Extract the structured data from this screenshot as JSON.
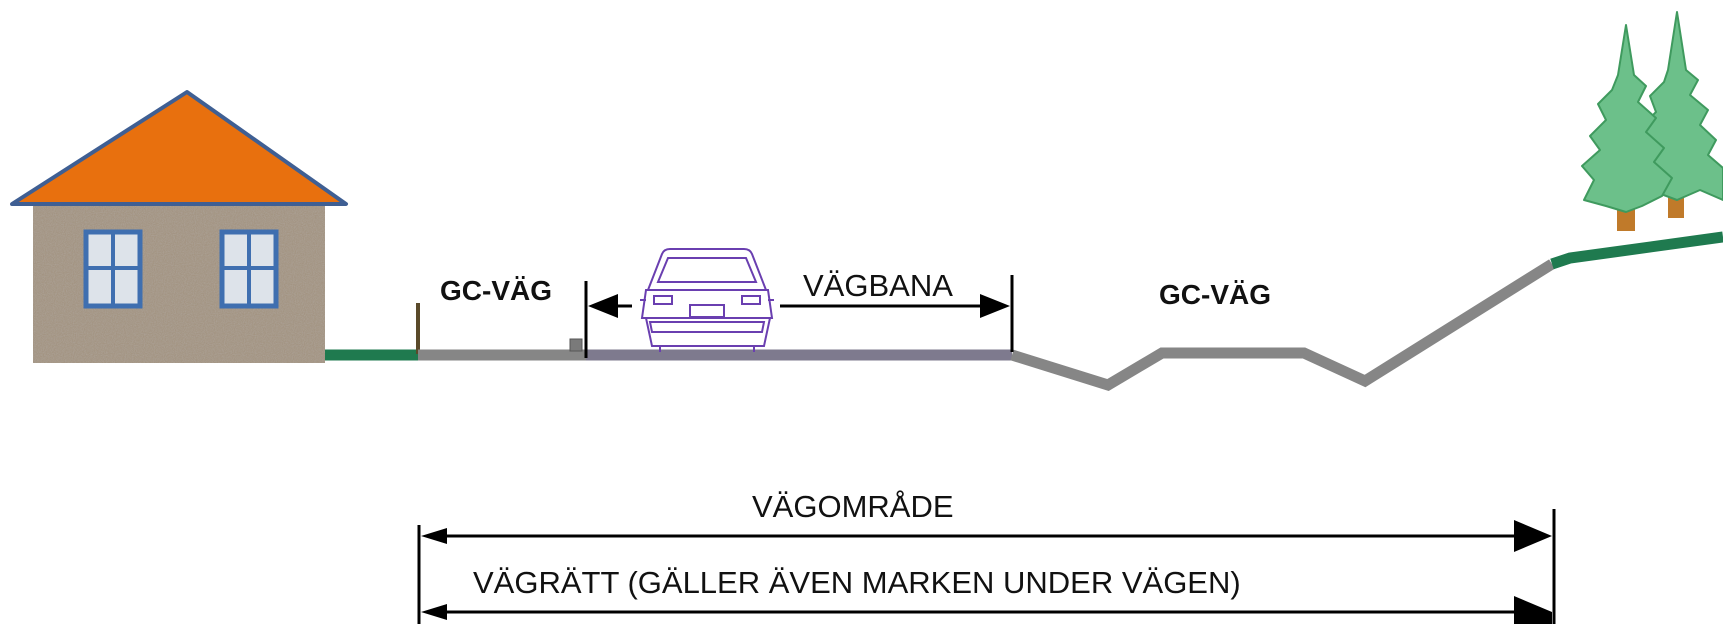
{
  "labels": {
    "gc_vag_left": "GC-VÄG",
    "vagbana": "VÄGBANA",
    "gc_vag_right": "GC-VÄG",
    "vagomrade": "VÄGOMRÅDE",
    "vagratt": "VÄGRÄTT (GÄLLER ÄVEN MARKEN UNDER VÄGEN)"
  },
  "colors": {
    "roof": "#e8700e",
    "roof_edge": "#3f5f93",
    "wall": "#9a8a7a",
    "window_frame": "#3f6fb0",
    "window_glass": "#dde3ea",
    "road": "#868686",
    "road_purple": "#7e7a8e",
    "grass": "#1f7a4f",
    "tree_green": "#6cc08a",
    "tree_edge": "#3f9a5e",
    "trunk": "#c07a2a",
    "car_outline": "#6a3fb0",
    "dimension": "#000000"
  },
  "icons": {
    "house": "house-icon",
    "car": "car-icon",
    "trees": "tree-icon"
  }
}
